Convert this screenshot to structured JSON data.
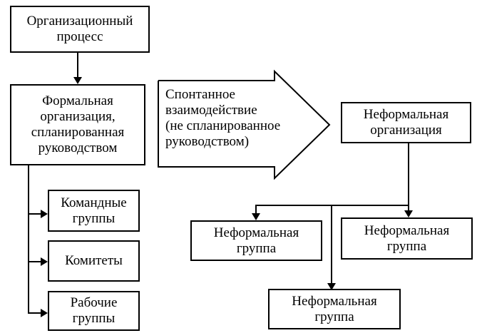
{
  "nodes": {
    "org_process": [
      "Организационный",
      "процесс"
    ],
    "formal_org": [
      "Формальная",
      "организация,",
      "спланированная",
      "руководством"
    ],
    "spontaneous": [
      "Спонтанное",
      "взаимодействие",
      "(не спланированное",
      "руководством)"
    ],
    "informal_org": [
      "Неформальная",
      "организация"
    ],
    "command_groups": [
      "Командные",
      "группы"
    ],
    "committees": [
      "Комитеты"
    ],
    "work_groups": [
      "Рабочие",
      "группы"
    ],
    "informal_group_left": [
      "Неформальная",
      "группа"
    ],
    "informal_group_right": [
      "Неформальная",
      "группа"
    ],
    "informal_group_bottom": [
      "Неформальная",
      "группа"
    ]
  }
}
